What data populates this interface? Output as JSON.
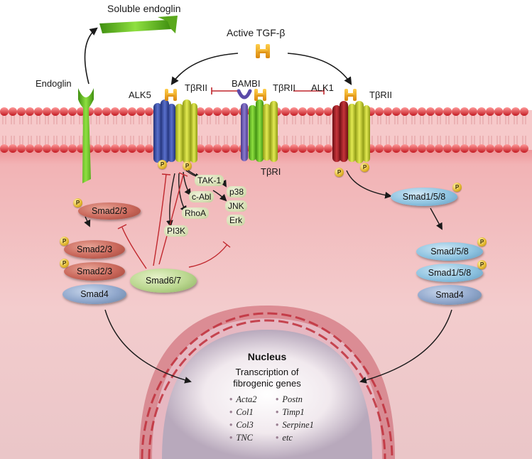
{
  "labels": {
    "soluble_endoglin": "Soluble endoglin",
    "active_tgfb": "Active TGF-β",
    "endoglin": "Endoglin",
    "alk5": "ALK5",
    "tbrii_left": "TβRII",
    "bambi": "BAMBI",
    "tbrii_mid": "TβRII",
    "alk1": "ALK1",
    "tbrii_right": "TβRII",
    "tbri": "TβRI"
  },
  "kinases": {
    "tak1": "TAK-1",
    "cabl": "c-Abl",
    "rhoa": "RhoA",
    "pi3k": "PI3K",
    "p38": "p38",
    "jnk": "JNK",
    "erk": "Erk"
  },
  "smads_left": {
    "top": "Smad2/3",
    "stack1": "Smad2/3",
    "stack2": "Smad2/3",
    "stack3": "Smad4"
  },
  "smad67": "Smad6/7",
  "smads_right": {
    "top": "Smad1/5/8",
    "stack1": "Smad/5/8",
    "stack2": "Smad1/5/8",
    "stack3": "Smad4"
  },
  "phospho": "P",
  "nucleus": {
    "title": "Nucleus",
    "subtitle_line1": "Transcription of",
    "subtitle_line2": "fibrogenic genes",
    "genes_left": [
      "Acta2",
      "Col1",
      "Col3",
      "TNC"
    ],
    "genes_right": [
      "Postn",
      "Timp1",
      "Serpine1",
      "etc"
    ]
  },
  "colors": {
    "membrane": "#e0343c",
    "cytoplasm": "#f3c7c9",
    "endoglin": "#6cc024",
    "tgfb": "#f0a21e",
    "alk5": "#3a4fa8",
    "tbrii": "#c8d232",
    "alk1": "#a51e24",
    "inhibition": "#c0272d"
  }
}
